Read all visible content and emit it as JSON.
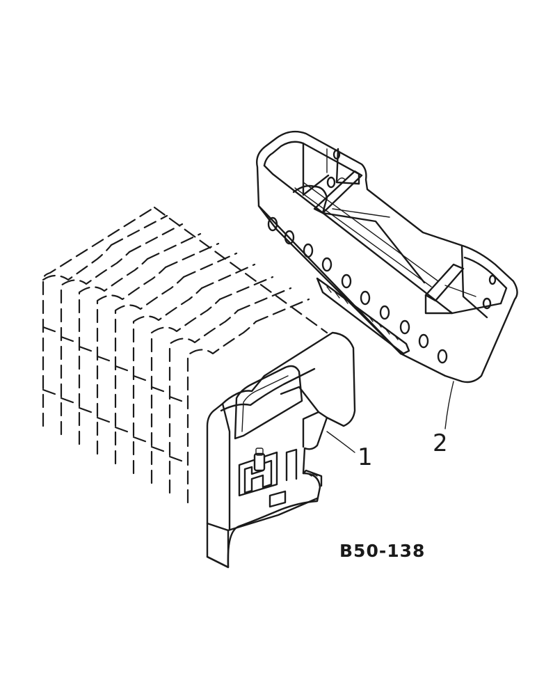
{
  "callouts": [
    {
      "id": "1",
      "label": "1"
    },
    {
      "id": "2",
      "label": "2"
    }
  ],
  "figure_ref": "B50-138",
  "colors": {
    "ink": "#1a1a1a",
    "paper": "#ffffff"
  }
}
